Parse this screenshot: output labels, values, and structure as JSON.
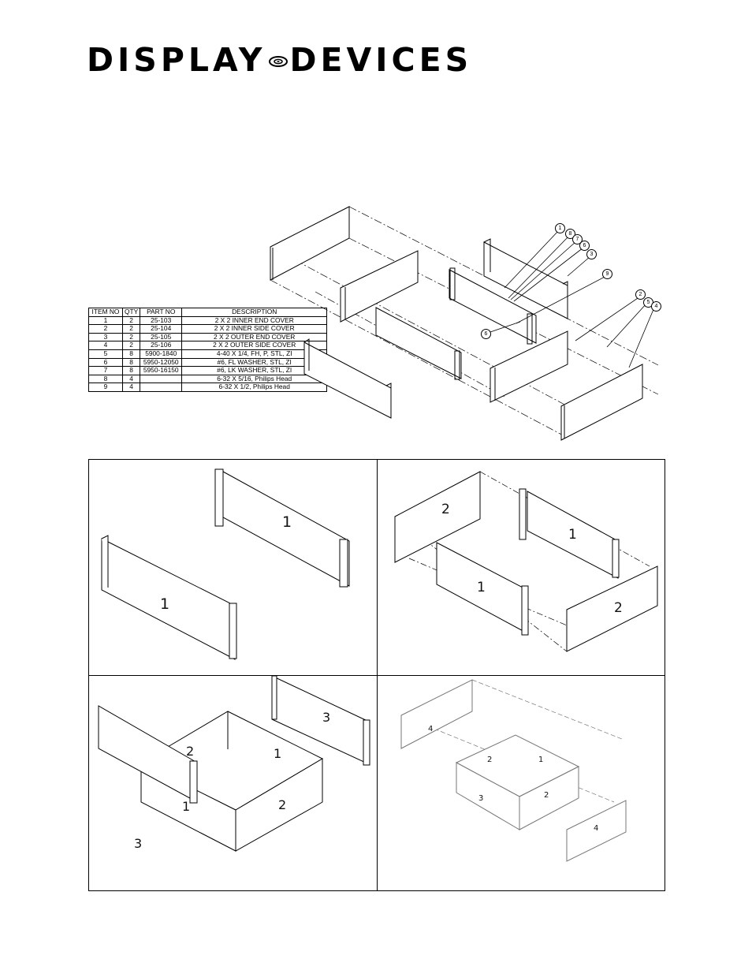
{
  "logo": {
    "word_left": "DISPLAY",
    "word_right": "DEVICES"
  },
  "bom": {
    "headers": [
      "ITEM NO",
      "QTY",
      "PART NO",
      "DESCRIPTION"
    ],
    "rows": [
      [
        "1",
        "2",
        "25-103",
        "2 X 2 INNER END COVER"
      ],
      [
        "2",
        "2",
        "25-104",
        "2 X 2 INNER SIDE COVER"
      ],
      [
        "3",
        "2",
        "25-105",
        "2 X 2 OUTER END COVER"
      ],
      [
        "4",
        "2",
        "25-106",
        "2 X 2 OUTER SIDE COVER"
      ],
      [
        "5",
        "8",
        "5900-1840",
        "4-40 X 1/4, FH, P, STL, ZI"
      ],
      [
        "6",
        "8",
        "5950-12050",
        "#6, FL WASHER, STL, ZI"
      ],
      [
        "7",
        "8",
        "5950-16150",
        "#6, LK WASHER, STL, ZI"
      ],
      [
        "8",
        "4",
        "",
        "6-32 X 5/16, Philips Head"
      ],
      [
        "9",
        "4",
        "",
        "6-32 X 1/2, Philips Head"
      ]
    ]
  },
  "callouts": [
    "1",
    "8",
    "7",
    "6",
    "3",
    "9",
    "6",
    "2",
    "5",
    "4"
  ],
  "step_labels": {
    "step1": [
      "1",
      "1"
    ],
    "step2": [
      "2",
      "1",
      "1",
      "2"
    ],
    "step3": [
      "3",
      "2",
      "1",
      "1",
      "2",
      "3"
    ],
    "step4": [
      "4",
      "2",
      "1",
      "3",
      "2",
      "4"
    ]
  }
}
